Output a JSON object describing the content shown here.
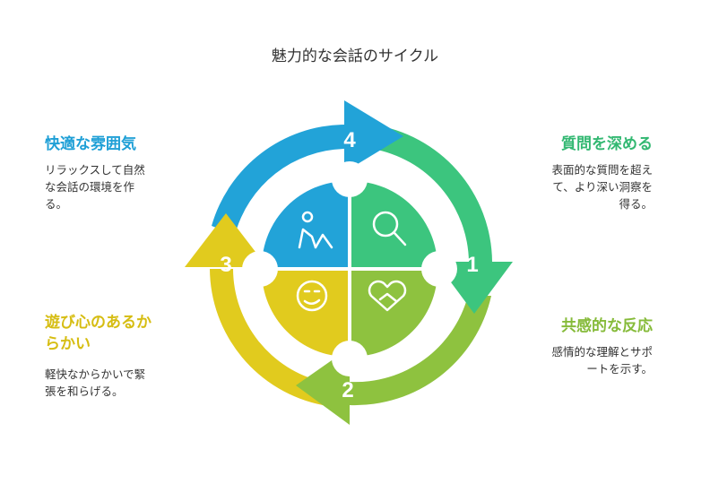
{
  "title": "魅力的な会話のサイクル",
  "colors": {
    "blue": "#22a3d8",
    "green": "#3cc57e",
    "olive": "#8ec23f",
    "yellow": "#e1cb1e",
    "title_blue": "#1e9fd6",
    "title_green": "#33b872",
    "title_olive": "#86bb3a",
    "title_yellow": "#d6bd12"
  },
  "steps": [
    {
      "number": "1",
      "title": "質問を深める",
      "desc_lines": [
        "表面的な質問を超え",
        "て、より深い洞察を",
        "得る。"
      ],
      "icon": "magnifier-icon"
    },
    {
      "number": "2",
      "title": "共感的な反応",
      "desc_lines": [
        "感情的な理解とサポ",
        "ートを示す。"
      ],
      "icon": "handshake-heart-icon"
    },
    {
      "number": "3",
      "title_lines": [
        "遊び心のあるか",
        "らかい"
      ],
      "desc_lines": [
        "軽快なからかいで緊",
        "張を和らげる。"
      ],
      "icon": "smiley-icon"
    },
    {
      "number": "4",
      "title": "快適な雰囲気",
      "desc_lines": [
        "リラックスして自然",
        "な会話の環境を作",
        "る。"
      ],
      "icon": "relaxing-person-icon"
    }
  ]
}
